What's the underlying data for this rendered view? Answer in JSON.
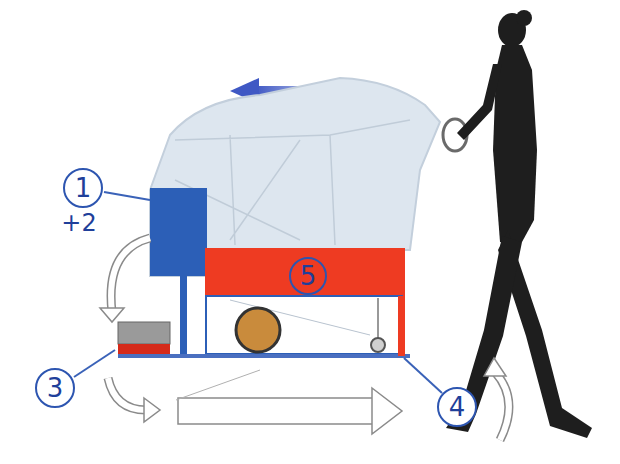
{
  "diagram": {
    "nodes": [
      {
        "text": [
          "1",
          "+2"
        ]
      },
      {
        "text": [
          "5"
        ]
      },
      {
        "text": [
          "3"
        ]
      },
      {
        "text": [
          "4"
        ]
      }
    ]
  }
}
